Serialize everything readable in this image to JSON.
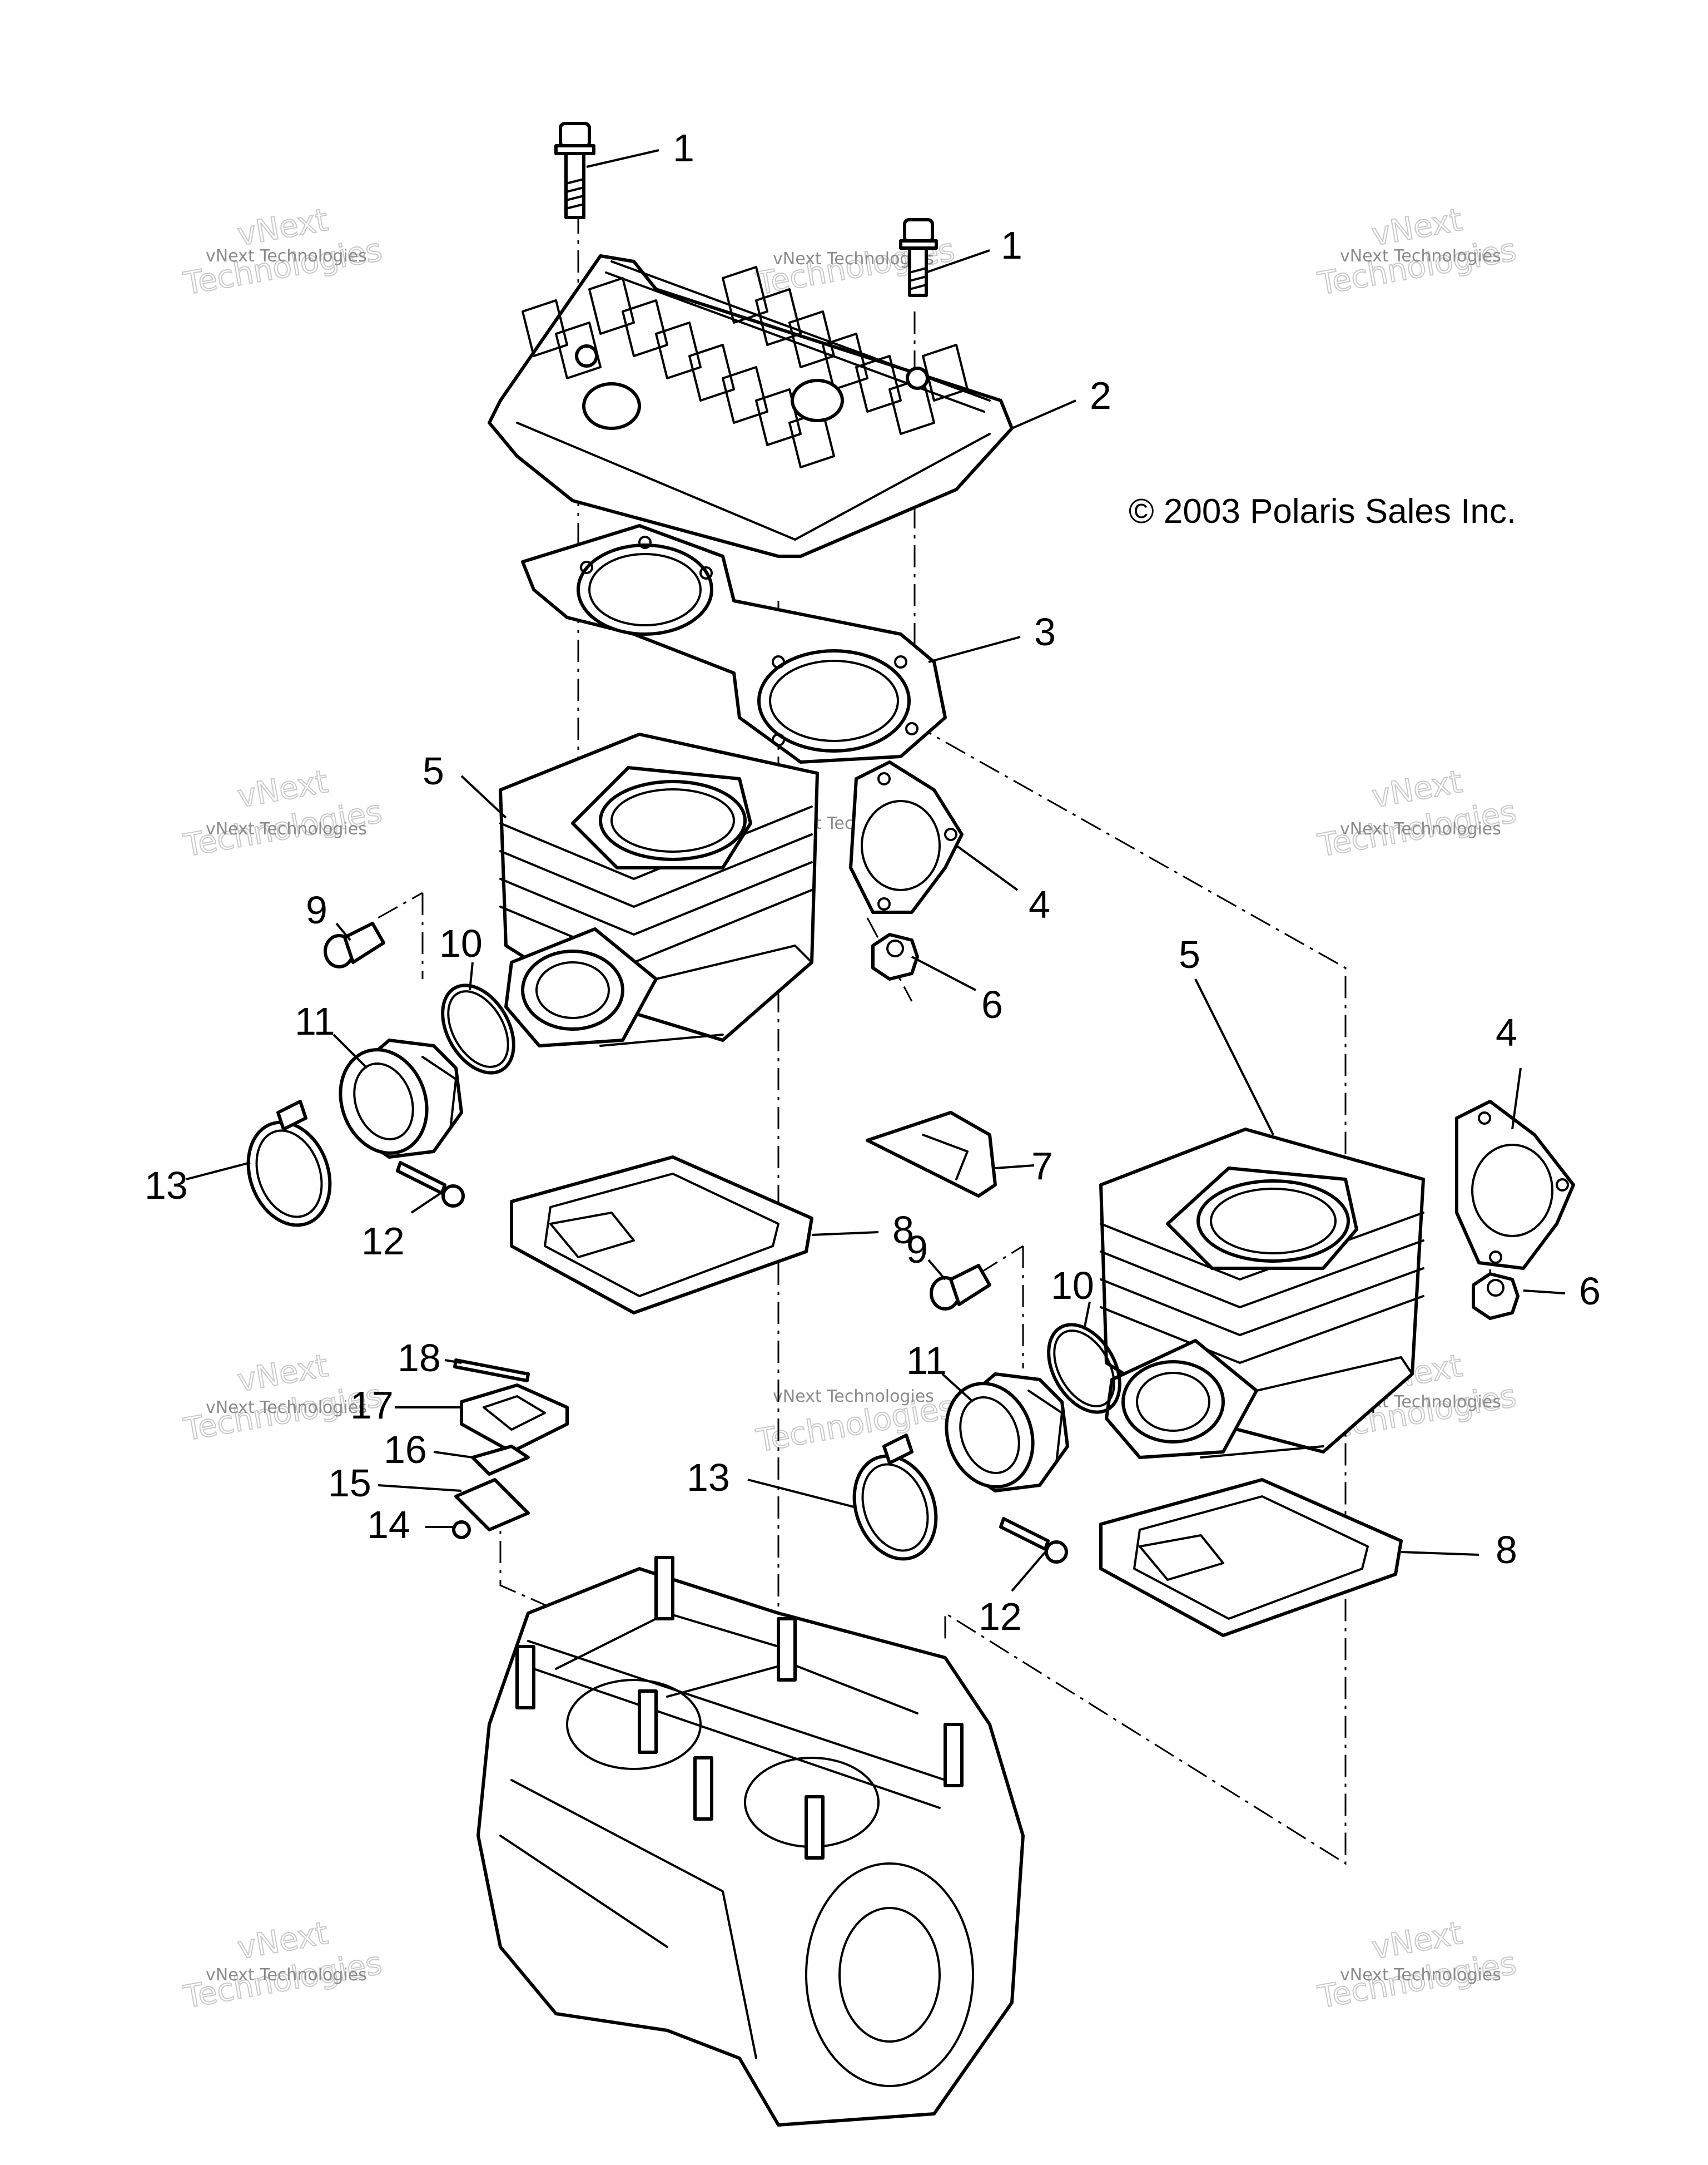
{
  "copyright": "© 2003 Polaris Sales Inc.",
  "callouts": [
    {
      "id": "c1a",
      "text": "1"
    },
    {
      "id": "c1b",
      "text": "1"
    },
    {
      "id": "c2",
      "text": "2"
    },
    {
      "id": "c3",
      "text": "3"
    },
    {
      "id": "c4a",
      "text": "4"
    },
    {
      "id": "c4b",
      "text": "4"
    },
    {
      "id": "c5a",
      "text": "5"
    },
    {
      "id": "c5b",
      "text": "5"
    },
    {
      "id": "c6a",
      "text": "6"
    },
    {
      "id": "c6b",
      "text": "6"
    },
    {
      "id": "c7",
      "text": "7"
    },
    {
      "id": "c8a",
      "text": "8"
    },
    {
      "id": "c8b",
      "text": "8"
    },
    {
      "id": "c9a",
      "text": "9"
    },
    {
      "id": "c9b",
      "text": "9"
    },
    {
      "id": "c10a",
      "text": "10"
    },
    {
      "id": "c10b",
      "text": "10"
    },
    {
      "id": "c11a",
      "text": "11"
    },
    {
      "id": "c11b",
      "text": "11"
    },
    {
      "id": "c12a",
      "text": "12"
    },
    {
      "id": "c12b",
      "text": "12"
    },
    {
      "id": "c13a",
      "text": "13"
    },
    {
      "id": "c13b",
      "text": "13"
    },
    {
      "id": "c14",
      "text": "14"
    },
    {
      "id": "c15",
      "text": "15"
    },
    {
      "id": "c16",
      "text": "16"
    },
    {
      "id": "c17",
      "text": "17"
    },
    {
      "id": "c18",
      "text": "18"
    }
  ],
  "watermark": {
    "small": "vNext Technologies",
    "big_line1": "vNext",
    "big_line2": "Technologies"
  }
}
